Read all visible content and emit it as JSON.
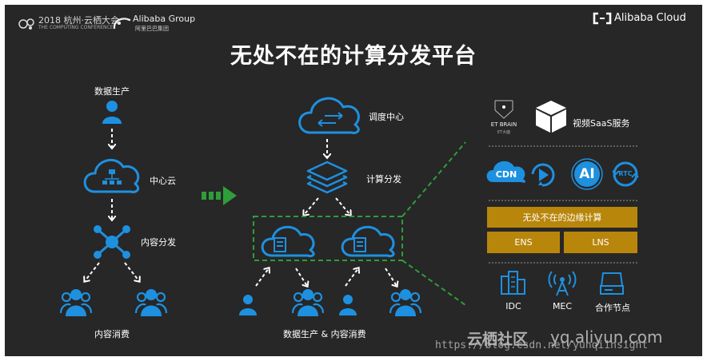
{
  "header": {
    "conf_year": "2018 杭州·云栖大会",
    "conf_sub": "THE COMPUTING CONFERENCE",
    "group_logo": "Alibaba Group",
    "group_logo_cn": "阿里巴巴集团",
    "cloud_logo": "Alibaba Cloud"
  },
  "title": "无处不在的计算分发平台",
  "left": {
    "producer": "数据生产",
    "center_cloud": "中心云",
    "distribution": "内容分发",
    "consumer": "内容消费"
  },
  "middle": {
    "scheduler": "调度中心",
    "compute_dist": "计算分发",
    "bottom_label": "数据生产 & 内容消费"
  },
  "right": {
    "et_brain": "ET BRAIN",
    "et_brain_sub": "ET大脑",
    "video_saas": "视频SaaS服务",
    "services": [
      "CDN",
      "",
      "AI",
      "RTC"
    ],
    "edge_compute": "无处不在的边缘计算",
    "ens": "ENS",
    "lns": "LNS",
    "nodes": [
      "IDC",
      "MEC",
      "合作节点"
    ]
  },
  "colors": {
    "background": "#272727",
    "accent_blue": "#1e90e0",
    "highlight_green": "#2e9e3a",
    "gold": "#b8860b"
  },
  "watermark": {
    "brand": "云栖社区",
    "domain": "yq.aliyun.com",
    "url": "https://blog.csdn.net/yunqiinsight"
  }
}
